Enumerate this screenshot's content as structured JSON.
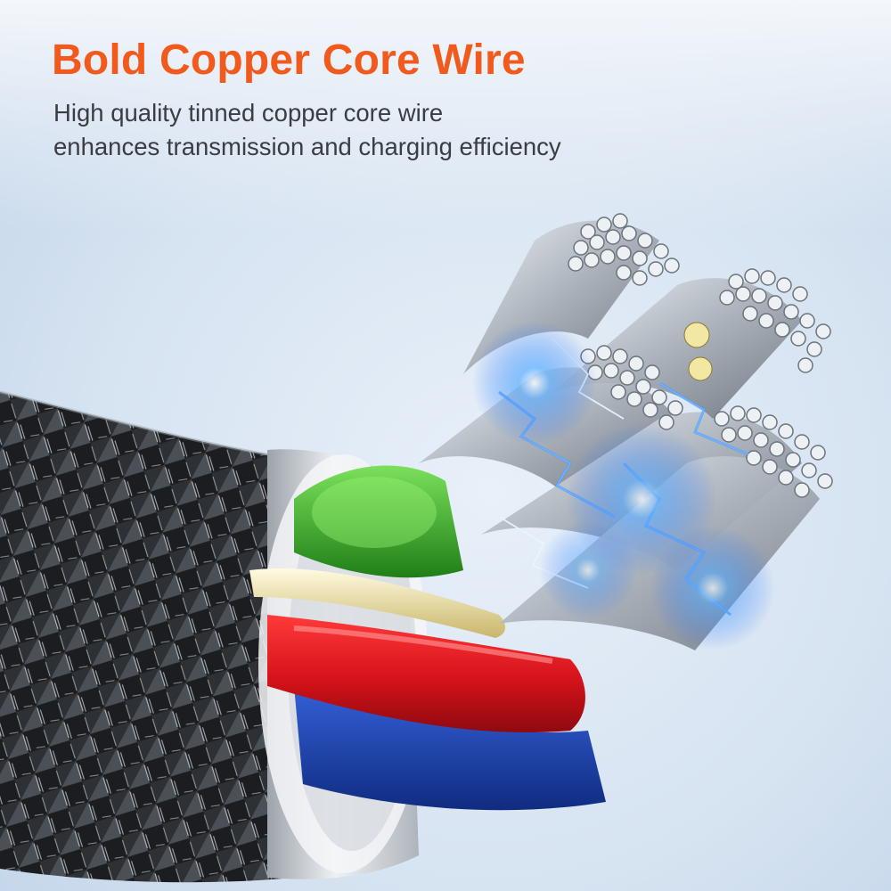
{
  "headline": "Bold Copper Core Wire",
  "subtitle_line1": "High quality tinned copper core wire",
  "subtitle_line2": "enhances transmission and charging efficiency",
  "colors": {
    "headline": "#f25a1d",
    "subtitle": "#3a3d42",
    "background_light": "#f2f6fb",
    "background_blue": "#c9d9ec",
    "braid_dark": "#1e2023",
    "braid_light": "#d8dce0",
    "insulation_green": "#3fae2d",
    "insulation_red": "#e0191f",
    "insulation_blue": "#1f47b8",
    "insulation_gold": "#e8dfa9",
    "strand_silver": "#c7ccd3",
    "spark_blue": "#2f8cff"
  }
}
